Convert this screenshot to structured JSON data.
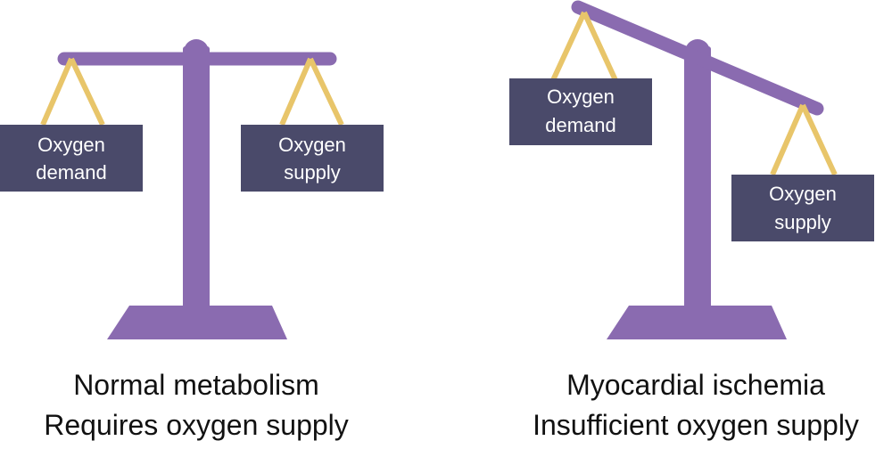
{
  "colors": {
    "beam": "#8a6bb0",
    "strings": "#e8c56a",
    "box": "#4a4a6a",
    "box_text": "#ffffff",
    "caption_text": "#111111"
  },
  "left_scale": {
    "state": "balanced",
    "left_box": {
      "line1": "Oxygen",
      "line2": "demand"
    },
    "right_box": {
      "line1": "Oxygen",
      "line2": "supply"
    },
    "caption": {
      "line1": "Normal metabolism",
      "line2": "Requires oxygen supply"
    }
  },
  "right_scale": {
    "state": "tilted",
    "left_box": {
      "line1": "Oxygen",
      "line2": "demand"
    },
    "right_box": {
      "line1": "Oxygen",
      "line2": "supply"
    },
    "caption": {
      "line1": "Myocardial ischemia",
      "line2": "Insufficient oxygen supply"
    }
  }
}
